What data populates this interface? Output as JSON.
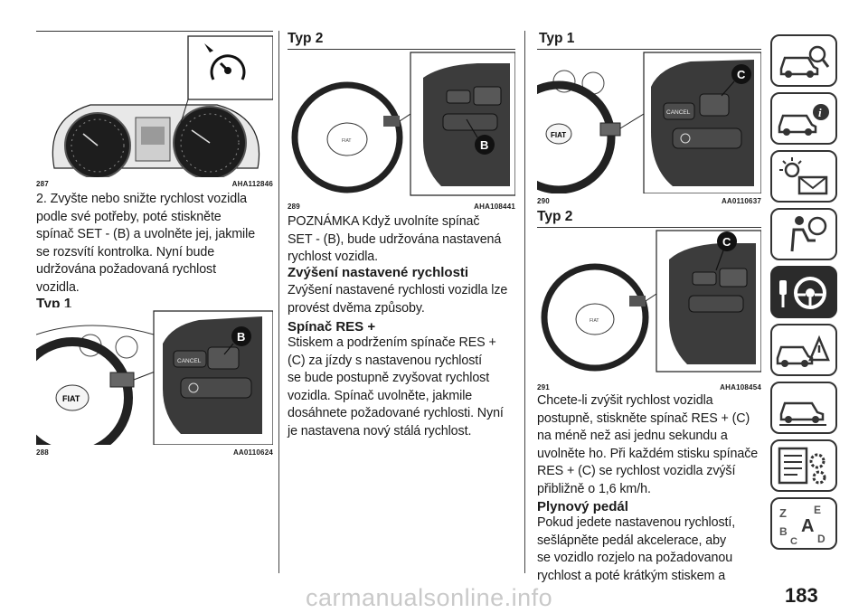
{
  "fig287": {
    "num": "287",
    "code": "AHA112846"
  },
  "fig288": {
    "num": "288",
    "code": "AA0110624"
  },
  "fig289": {
    "num": "289",
    "code": "AHA108441"
  },
  "fig290": {
    "num": "290",
    "code": "AA0110637"
  },
  "fig291": {
    "num": "291",
    "code": "AHA108454"
  },
  "col1": {
    "para1": [
      "2. Zvyšte nebo snižte rychlost vozidla",
      "podle své potřeby, poté stiskněte",
      "spínač SET - (B) a uvolněte jej, jakmile",
      "se rozsvítí kontrolka. Nyní bude",
      "udržována požadovaná rychlost",
      "vozidla."
    ],
    "typ1": "Typ 1"
  },
  "col2": {
    "typ2": "Typ 2",
    "note": [
      "POZNÁMKA Když uvolníte spínač",
      "SET - (B), bude udržována nastavená",
      "rychlost vozidla."
    ],
    "head_increase": "Zvýšení nastavené rychlosti",
    "para_increase": [
      "Zvýšení nastavené rychlosti vozidla lze",
      "provést dvěma způsoby."
    ],
    "head_res": "Spínač RES +",
    "para_res": [
      "Stiskem a podržením spínače RES +",
      "(C) za jízdy s nastavenou rychlostí",
      "se bude postupně zvyšovat rychlost",
      "vozidla. Spínač uvolněte, jakmile",
      "dosáhnete požadované rychlosti. Nyní",
      "je nastavena nový stálá rychlost."
    ]
  },
  "col3": {
    "typ1": "Typ 1",
    "typ2": "Typ 2",
    "para_step": [
      "Chcete-li zvýšit rychlost vozidla",
      "postupně, stiskněte spínač RES + (C)",
      "na méně než asi jednu sekundu a",
      "uvolněte ho. Při každém stisku spínače",
      "RES + (C) se rychlost vozidla zvýší",
      "přibližně o 1,6 km/h."
    ],
    "head_pedal": "Plynový pedál",
    "para_pedal": [
      "Pokud jedete nastavenou rychlostí,",
      "sešlápněte pedál akcelerace, aby",
      "se vozidlo rozjelo na požadovanou",
      "rychlost a poté krátkým stiskem a"
    ]
  },
  "figure_labels": {
    "b": "B",
    "c": "C",
    "cancel": "CANCEL",
    "brand": "FIAT"
  },
  "page_number": "183",
  "watermark": "carmanualsonline.info",
  "tabs": [
    {
      "icon": "car-search-icon",
      "active": false
    },
    {
      "icon": "car-info-icon",
      "active": false
    },
    {
      "icon": "warning-lights-message-icon",
      "active": false
    },
    {
      "icon": "airbag-seat-icon",
      "active": false
    },
    {
      "icon": "steering-wheel-key-icon",
      "active": true
    },
    {
      "icon": "car-breakdown-icon",
      "active": false
    },
    {
      "icon": "car-service-icon",
      "active": false
    },
    {
      "icon": "specifications-gear-icon",
      "active": false
    },
    {
      "icon": "alphabetical-index-icon",
      "active": false
    }
  ],
  "colors": {
    "text": "#1a1a1a",
    "tab_active": "#2b2b2b",
    "watermark": "#c9c9c9"
  }
}
